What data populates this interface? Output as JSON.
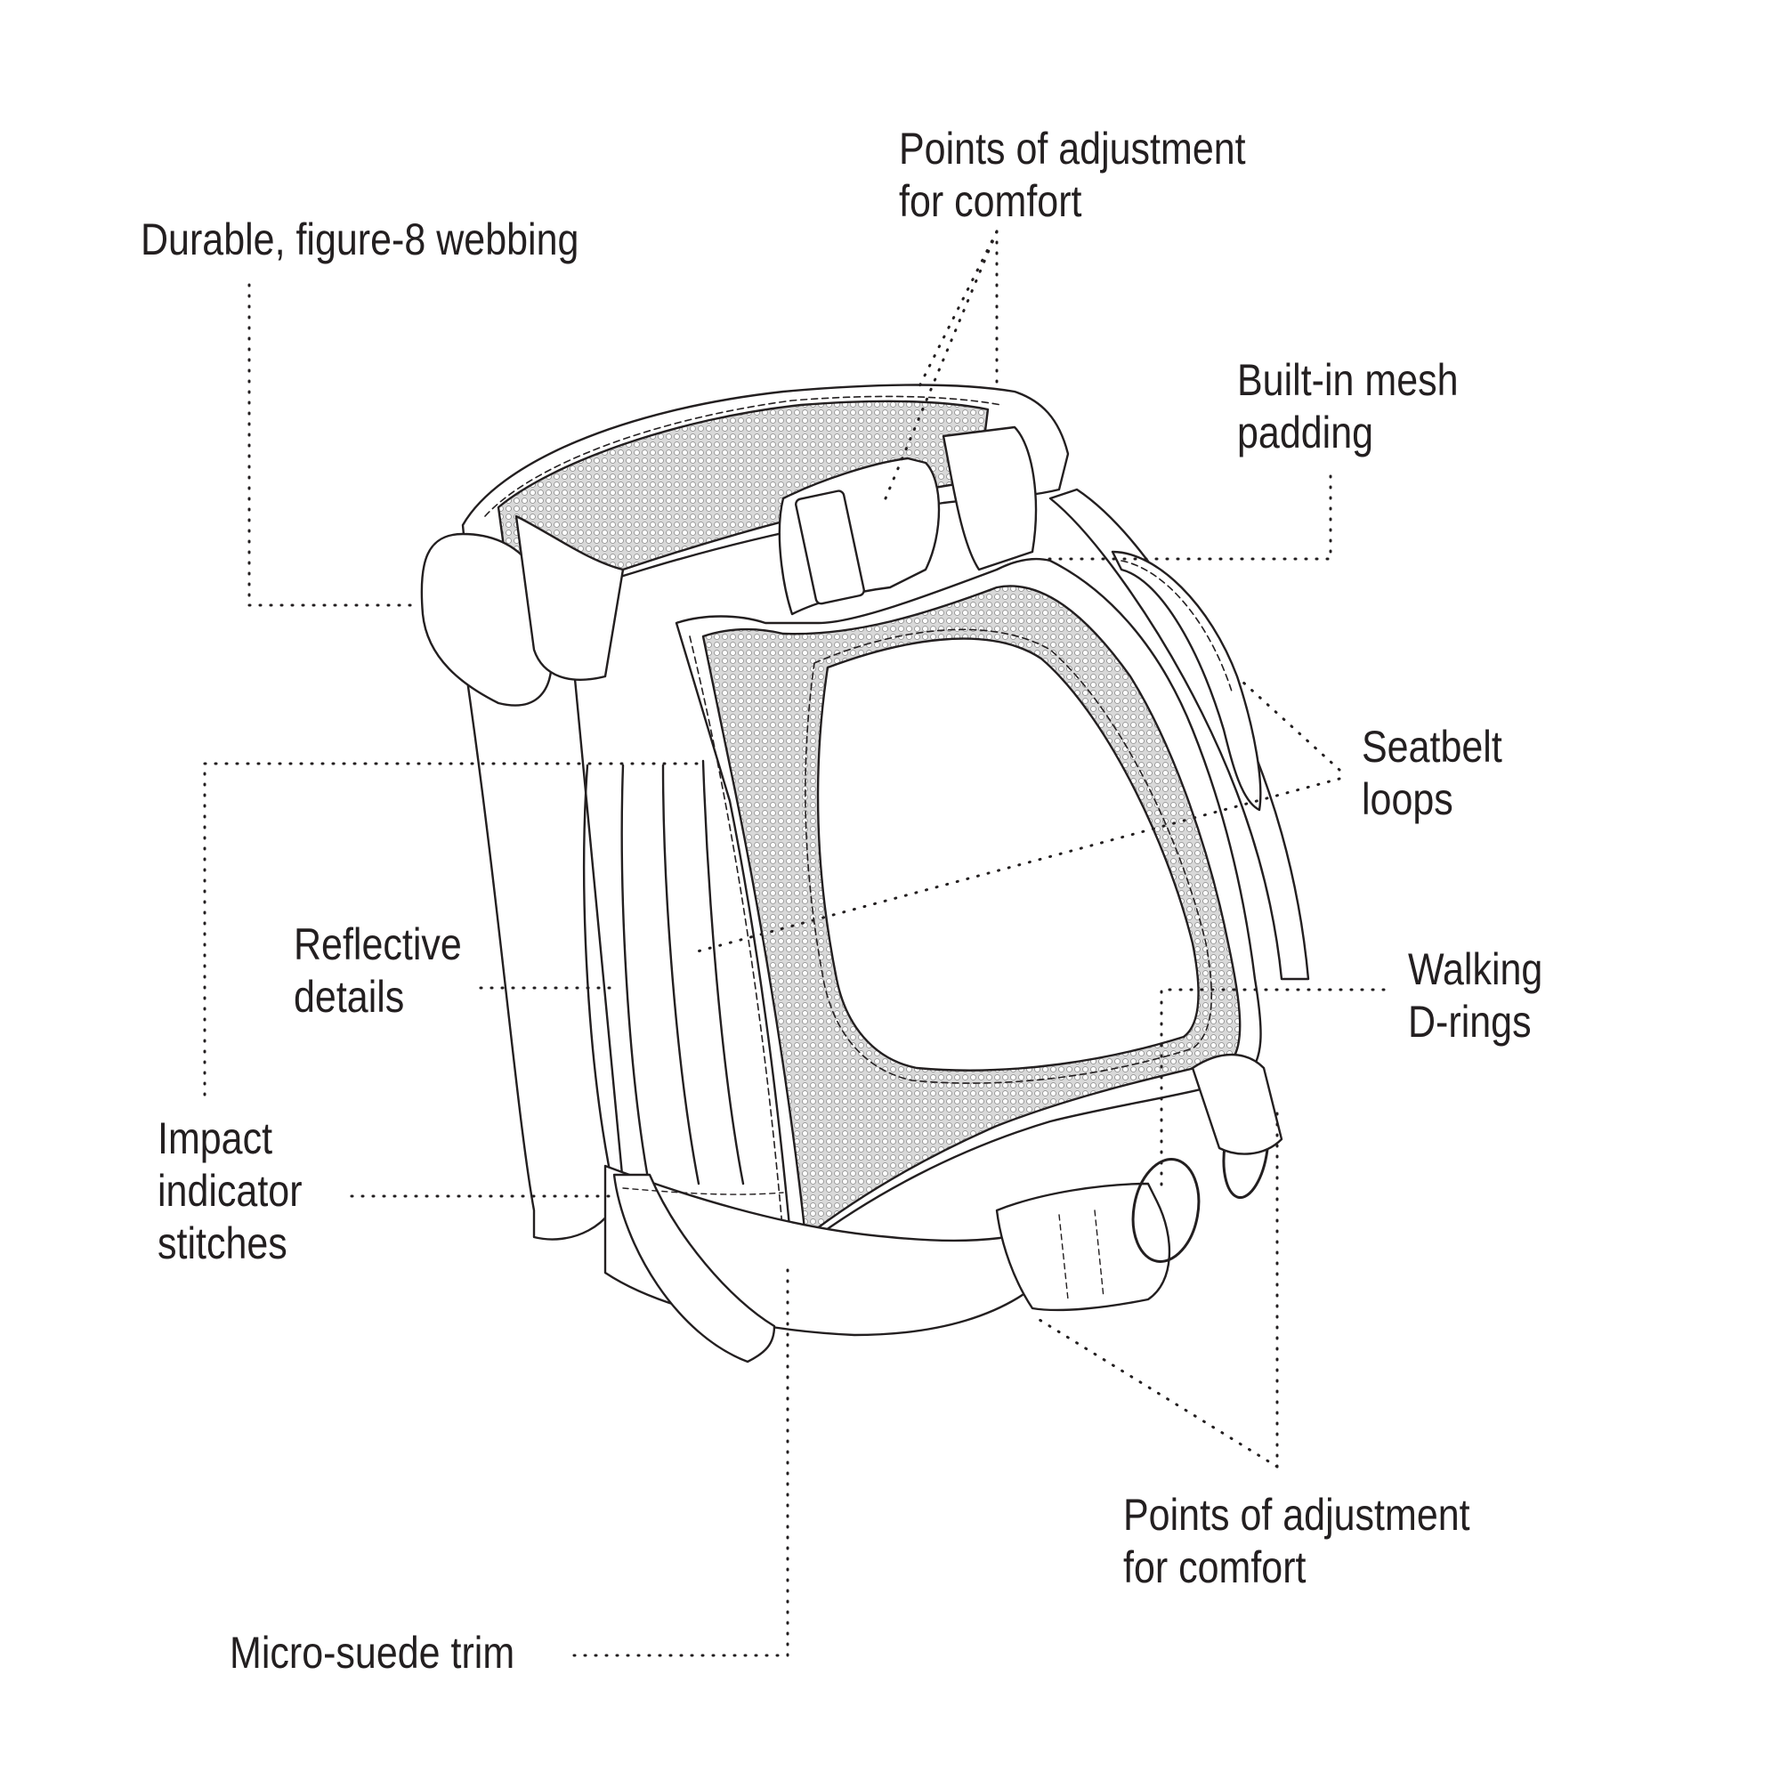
{
  "colors": {
    "ink": "#231f20",
    "mesh_fill": "#d9d9d9",
    "mesh_dot": "#8c8c8c",
    "trim_fill": "#e6e6e6",
    "background": "#ffffff"
  },
  "callouts": {
    "adjust_top": {
      "line1": "Points of adjustment",
      "line2": "for comfort"
    },
    "webbing": {
      "line1": "Durable, figure-8 webbing"
    },
    "mesh": {
      "line1": "Built-in mesh",
      "line2": "padding"
    },
    "seatbelt": {
      "line1": "Seatbelt",
      "line2": "loops"
    },
    "reflective": {
      "line1": "Reflective",
      "line2": "details"
    },
    "dring": {
      "line1": "Walking",
      "line2": "D-rings"
    },
    "impact": {
      "line1": "Impact",
      "line2": "indicator",
      "line3": "stitches"
    },
    "adjust_bottom": {
      "line1": "Points of adjustment",
      "line2": "for comfort"
    },
    "suede": {
      "line1": "Micro-suede trim"
    }
  }
}
